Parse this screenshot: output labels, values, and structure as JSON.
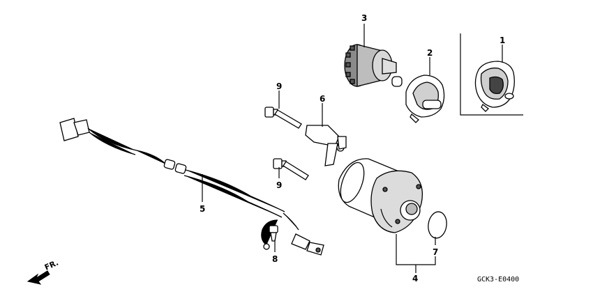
{
  "callouts": {
    "c1": "1",
    "c2": "2",
    "c3": "3",
    "c4": "4",
    "c5": "5",
    "c6": "6",
    "c7": "7",
    "c8": "8",
    "c9a": "9",
    "c9b": "9"
  },
  "direction_label": "FR.",
  "diagram_code": "GCK3-E0400"
}
